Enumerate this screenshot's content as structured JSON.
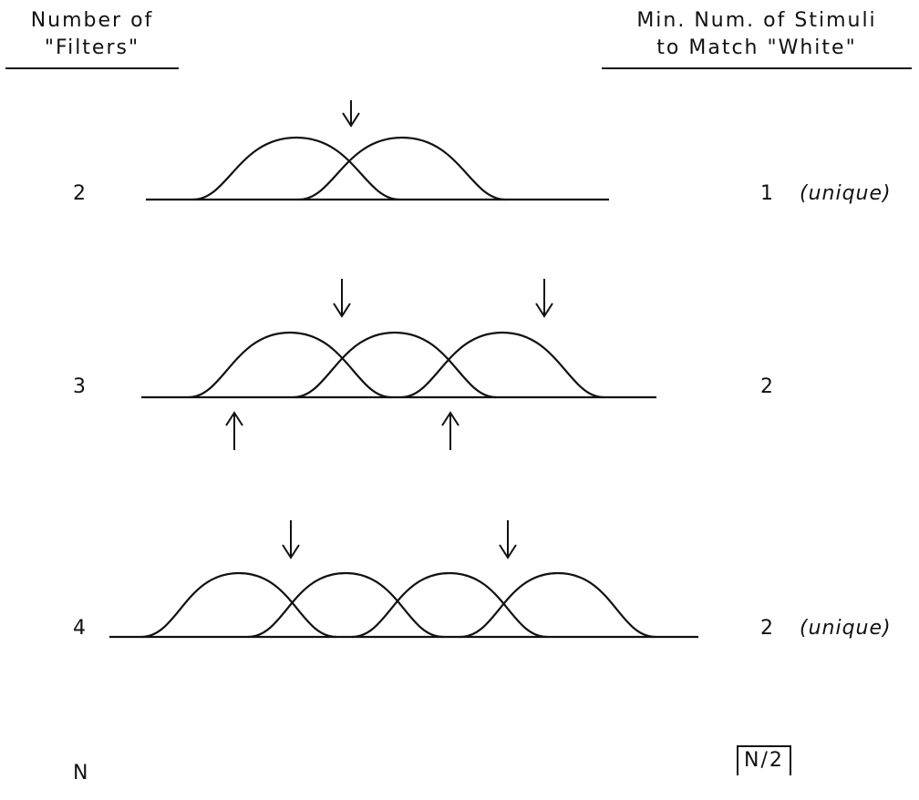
{
  "headers": {
    "left": [
      "Number of",
      "\"Filters\""
    ],
    "right": [
      "Min. Num. of Stimuli",
      "to Match \"White\""
    ]
  },
  "rows": [
    {
      "filters": "2",
      "min_stimuli": "1",
      "note": "(unique)"
    },
    {
      "filters": "3",
      "min_stimuli": "2",
      "note": ""
    },
    {
      "filters": "4",
      "min_stimuli": "2",
      "note": "(unique)"
    }
  ],
  "general": {
    "filters": "N",
    "min_stimuli": "N/2"
  }
}
